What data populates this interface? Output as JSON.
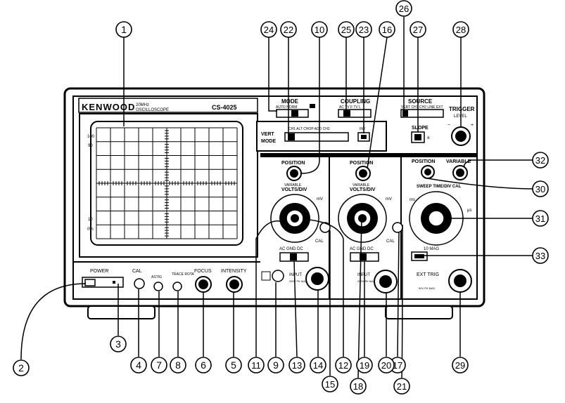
{
  "panel": {
    "brand": "KENWOOD",
    "subtitle_line1": "20MHz",
    "subtitle_line2": "OSCILLOSCOPE",
    "model": "CS-4025"
  },
  "screen": {
    "label_100": "100",
    "label_90": "90",
    "label_10": "10",
    "label_0": "0%"
  },
  "labels": {
    "mode": "MODE",
    "mode_opts": "AUTO NORM",
    "coupling": "COUPLING",
    "coupling_opts": "AC TV F TV L",
    "source": "SOURCE",
    "source_opts": "VERT CH1 CH2 LINE EXT",
    "trigger": "TRIGGER",
    "level": "LEVEL",
    "vert_mode_1": "VERT",
    "vert_mode_2": "MODE",
    "vert_mode_opts": "CH1 ALT CHOP ADD CH2",
    "inv": "INV",
    "slope": "SLOPE",
    "position_1": "POSITION",
    "position_2": "POSITION",
    "position_3": "POSITION",
    "variable_1": "VARIABLE",
    "volts_div_1": "VOLTS/DIV",
    "variable_2": "VARIABLE",
    "volts_div_2": "VOLTS/DIV",
    "variable_h": "VARIABLE",
    "sweep_time": "SWEEP TIME/DIV  CAL",
    "mv_1": "mV",
    "mv_2": "mV",
    "ms": "ms",
    "us": "μs",
    "cal_1": "CAL",
    "cal_2": "CAL",
    "acgnddc_1": "AC GND DC",
    "acgnddc_2": "AC GND DC",
    "mag": "10 MAG",
    "power": "POWER",
    "cal_v": "CAL",
    "astig": "ASTIG",
    "trace_rota": "TRACE ROTA",
    "focus": "FOCUS",
    "intensity": "INTENSITY",
    "input_1": "INPUT",
    "input_2": "INPUT",
    "ext_trig": "EXT TRIG",
    "vmax_1": "250V PK MAX",
    "vmax_2": "250V PK MAX",
    "vmax_3": "50V PK MAX"
  },
  "callouts": [
    "1",
    "2",
    "3",
    "4",
    "5",
    "6",
    "7",
    "8",
    "9",
    "10",
    "11",
    "12",
    "13",
    "14",
    "15",
    "16",
    "17",
    "18",
    "19",
    "20",
    "21",
    "22",
    "23",
    "24",
    "25",
    "26",
    "27",
    "28",
    "29",
    "30",
    "31",
    "32",
    "33"
  ]
}
